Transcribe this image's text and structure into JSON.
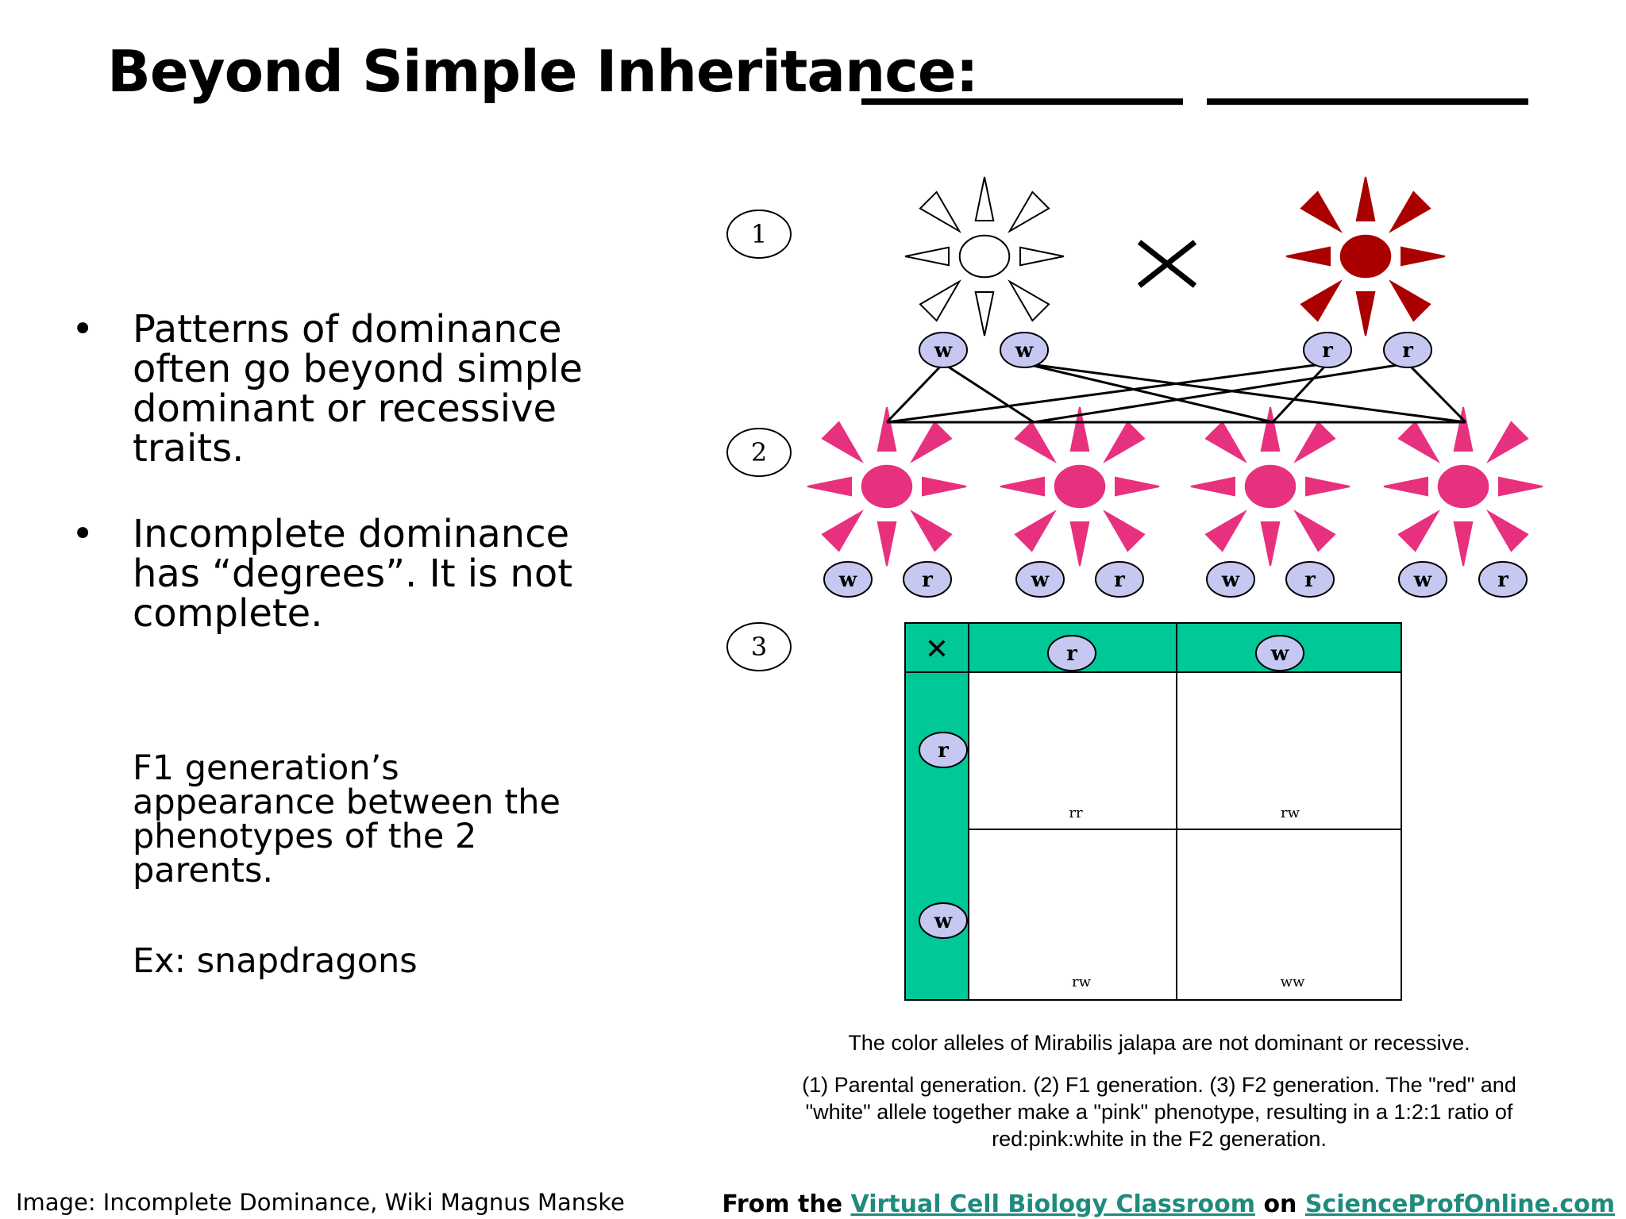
{
  "title": "Beyond Simple Inheritance:",
  "bullets": [
    "Patterns of dominance often go beyond simple dominant or recessive traits.",
    "Incomplete dominance has “degrees”. It is not complete."
  ],
  "f1_note": "F1 generation’s appearance between the phenotypes of the 2 parents.",
  "example": "Ex: snapdragons",
  "diagram": {
    "steps": [
      "1",
      "2",
      "3"
    ],
    "cross_symbol": "✕",
    "parent_alleles": [
      "w",
      "w",
      "r",
      "r"
    ],
    "f1_alleles": [
      "w",
      "r",
      "w",
      "r",
      "w",
      "r",
      "w",
      "r"
    ],
    "punnett": {
      "corner": "✕",
      "col_headers": [
        "r",
        "w"
      ],
      "row_headers": [
        "r",
        "w"
      ],
      "genotypes": [
        "rr",
        "rw",
        "rw",
        "ww"
      ]
    },
    "colors": {
      "red": "#aa0000",
      "pink": "#e8317e",
      "white": "#ffffff",
      "allele": "#c6c8f2",
      "teal": "#00c896"
    }
  },
  "caption": {
    "line1": "The color alleles of Mirabilis jalapa are not dominant or recessive.",
    "line2": "(1) Parental generation. (2) F1 generation. (3) F2 generation. The \"red\" and \"white\" allele together make a \"pink\" phenotype, resulting in a 1:2:1 ratio of red:pink:white in the F2 generation."
  },
  "credits": {
    "image": "Image: Incomplete Dominance, Wiki Magnus Manske",
    "from": "From the",
    "link1": "Virtual Cell Biology Classroom",
    "on": "on",
    "link2": "ScienceProfOnline.com"
  }
}
